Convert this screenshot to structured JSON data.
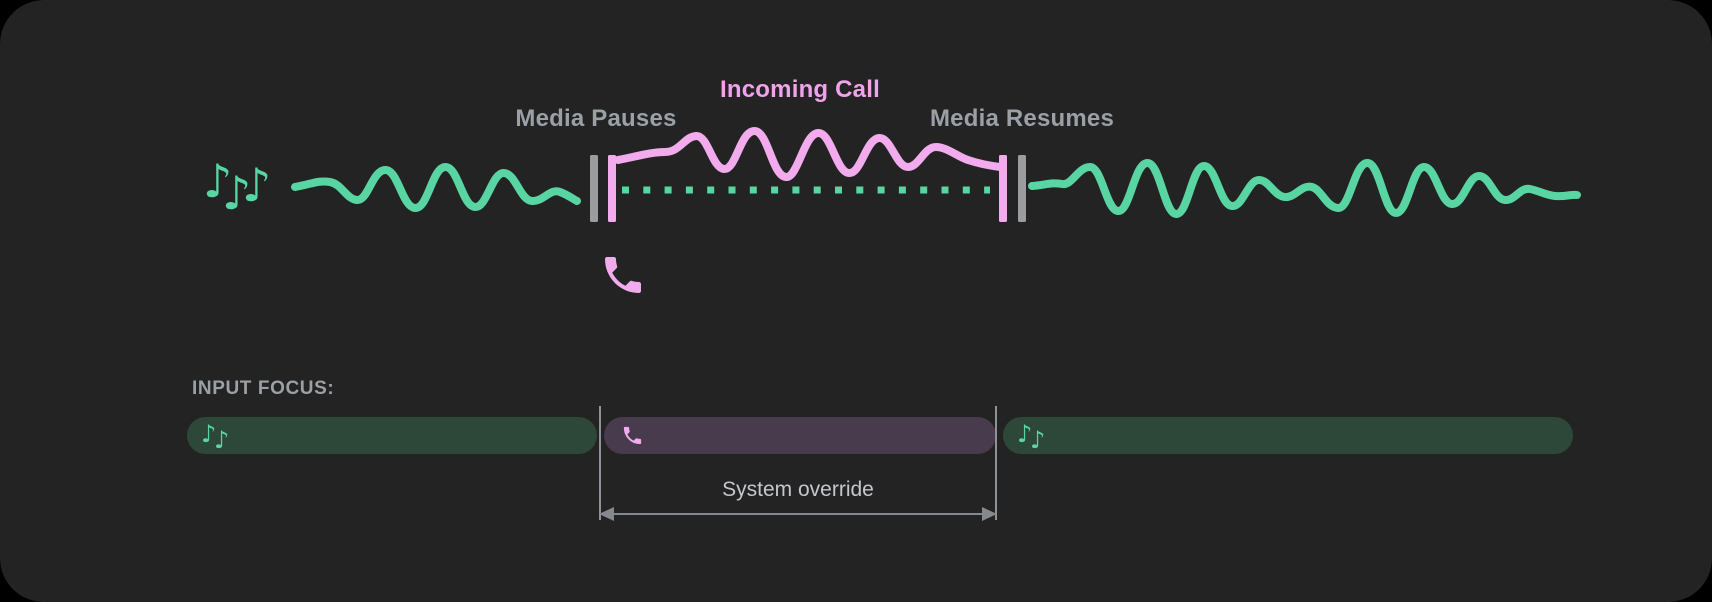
{
  "timeline": {
    "media_pauses_label": "Media Pauses",
    "incoming_call_label": "Incoming Call",
    "media_resumes_label": "Media Resumes"
  },
  "input_focus": {
    "heading": "INPUT FOCUS:",
    "system_override_label": "System override",
    "segments": [
      {
        "name": "media-before-call",
        "icon": "music-notes-icon",
        "color": "#2D4839"
      },
      {
        "name": "call",
        "icon": "phone-icon",
        "color": "#473B4D"
      },
      {
        "name": "media-after-call",
        "icon": "music-notes-icon",
        "color": "#2D4839"
      }
    ]
  },
  "icons": {
    "note_glyph": "♪"
  },
  "colors": {
    "page_background": "#000000",
    "card_background": "#232323",
    "media_green": "#58D5A2",
    "media_segment_green": "#2D4839",
    "call_pink": "#F2ABEC",
    "call_text_pink": "#F0A3EB",
    "call_segment_purple": "#473B4D",
    "marker_gray": "#9A9C9E",
    "label_gray": "#9AA0A6",
    "annotation_gray": "#C4C7CB",
    "arrow_gray": "#85888C"
  }
}
